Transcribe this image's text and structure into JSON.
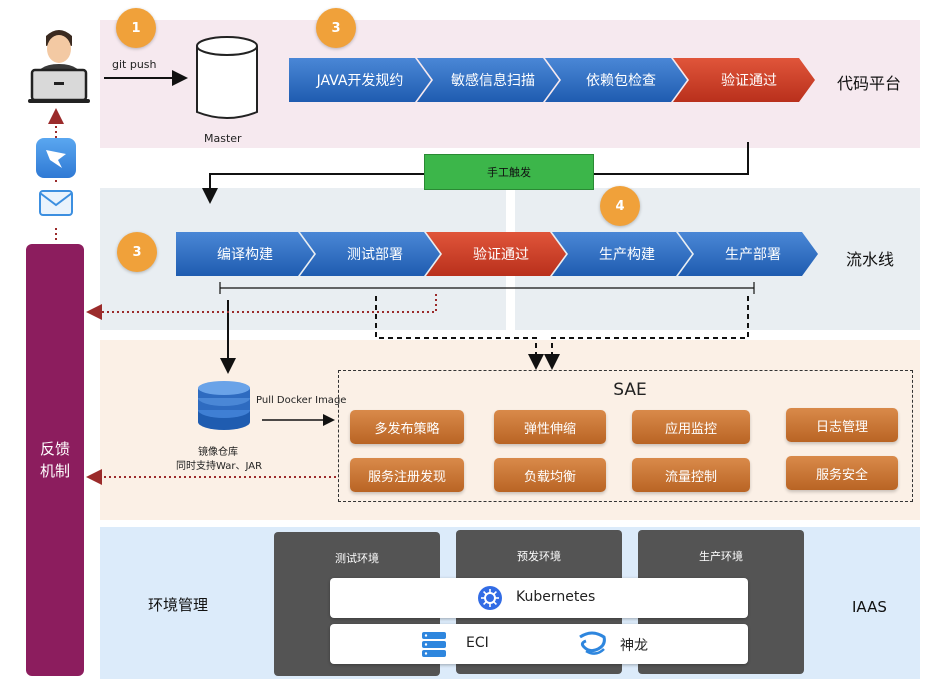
{
  "layers": {
    "code_platform": "代码平台",
    "pipeline": "流水线",
    "iaas": "IAAS",
    "env_mgmt": "环境管理"
  },
  "feedback": {
    "label": "反馈机制"
  },
  "badges": {
    "b1": "1",
    "b3_top": "3",
    "b3_mid": "3",
    "b4": "4"
  },
  "git_push": "git push",
  "master": "Master",
  "manual_trigger": "手工触发",
  "code_steps": [
    "JAVA开发规约",
    "敏感信息扫描",
    "依赖包检查",
    "验证通过"
  ],
  "pipeline_steps": [
    "编译构建",
    "测试部署",
    "验证通过",
    "生产构建",
    "生产部署"
  ],
  "registry": {
    "pull_label": "Pull Docker Image",
    "name": "镜像仓库",
    "support": "同时支持War、JAR"
  },
  "sae": {
    "title": "SAE",
    "items": [
      "多发布策略",
      "弹性伸缩",
      "应用监控",
      "日志管理",
      "服务注册发现",
      "负载均衡",
      "流量控制",
      "服务安全"
    ]
  },
  "environments": [
    "测试环境",
    "预发环境",
    "生产环境"
  ],
  "iaas_bars": {
    "kubernetes": "Kubernetes",
    "eci": "ECI",
    "shenlong": "神龙"
  },
  "colors": {
    "feedback": "#8c1d5e",
    "chevron_blue": "#2e6bc0",
    "chevron_red": "#c43b22",
    "badge": "#f0a13a",
    "sae_button": "#c8733a",
    "trigger": "#3cb64a"
  }
}
